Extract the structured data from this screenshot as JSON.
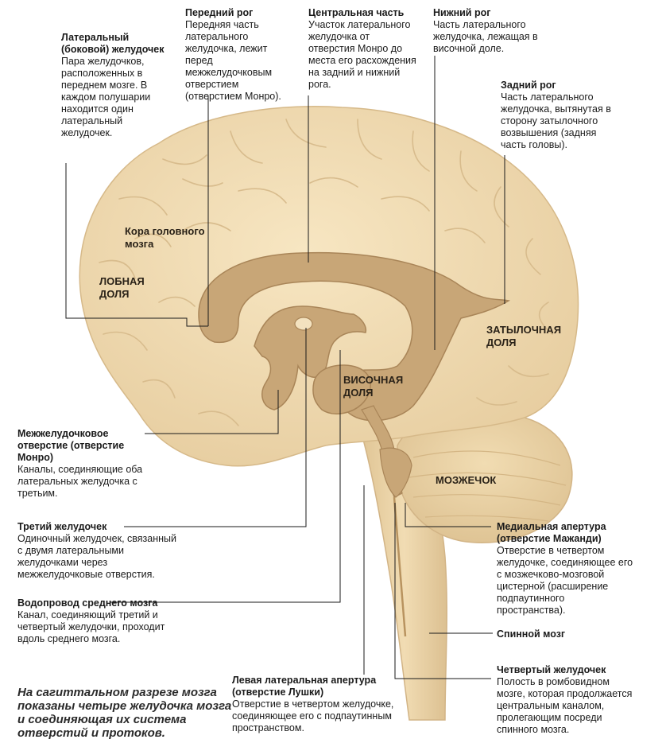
{
  "colors": {
    "brain": "#f2ddb3",
    "brain_dark": "#e3c79a",
    "ventricle": "#c9a67a",
    "ventricle_edge": "#b08a5d",
    "leader": "#1a1a1a"
  },
  "labels": {
    "lateral": {
      "title": "Латеральный (боковой) желудочек",
      "desc": "Пара желудочков, расположенных в переднем мозге. В каждом полушарии находится один латеральный желудочек."
    },
    "anterior_horn": {
      "title": "Передний рог",
      "desc": "Передняя часть латерального желудочка, лежит перед межжелудочковым отверстием (отверстием Монро)."
    },
    "central_part": {
      "title": "Центральная часть",
      "desc": "Участок латерального желудочка от отверстия Монро до места его расхождения на задний и нижний рога."
    },
    "inferior_horn": {
      "title": "Нижний рог",
      "desc": "Часть латерального желудочка, лежащая в височной доле."
    },
    "posterior_horn": {
      "title": "Задний рог",
      "desc": "Часть латерального желудочка, вытянутая в сторону затылочного возвышения (задняя часть головы)."
    },
    "monro": {
      "title": "Межжелудочковое отверстие (отверстие Монро)",
      "desc": "Каналы, соединяющие оба латеральных желудочка с третьим."
    },
    "third": {
      "title": "Третий желудочек",
      "desc": "Одиночный желудочек, связанный с двумя латеральными желудочками через межжелудочковые отверстия."
    },
    "aqueduct": {
      "title": "Водопровод среднего мозга",
      "desc": "Канал, соединяющий третий и четвертый желудочки, проходит вдоль среднего мозга."
    },
    "luschka": {
      "title": "Левая латеральная апертура (отверстие Лушки)",
      "desc": "Отверстие в четвертом желудочке, соединяющее его с подпаутинным пространством."
    },
    "magendie": {
      "title": "Медиальная апертура (отверстие Мажанди)",
      "desc": "Отверстие в четвертом желудочке, соединяющее его с мозжечково-мозговой цистерной (расширение подпаутинного пространства)."
    },
    "spinal": {
      "title": "Спинной мозг"
    },
    "fourth": {
      "title": "Четвертый желудочек",
      "desc": "Полость в ромбовидном мозге, которая продолжается центральным каналом, пролегающим посреди спинного мозга."
    }
  },
  "regions": {
    "cortex": "Кора головного мозга",
    "frontal": "ЛОБНАЯ ДОЛЯ",
    "occipital": "ЗАТЫЛОЧНАЯ ДОЛЯ",
    "temporal": "ВИСОЧНАЯ ДОЛЯ",
    "cerebellum": "МОЗЖЕЧОК"
  },
  "caption": "На сагиттальном разрезе мозга показаны четыре желудочка мозга и соединяющая их система отверстий и протоков."
}
